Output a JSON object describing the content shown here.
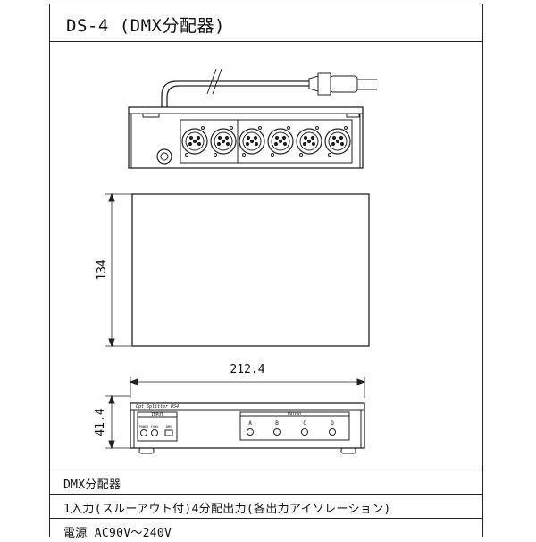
{
  "header": {
    "title": "DS-4 (DMX分配器)"
  },
  "dimensions": {
    "depth": "134",
    "width": "212.4",
    "height": "41.4"
  },
  "front_panel": {
    "brand_label": "Opt Splitter DS4",
    "input_label": "INPUT",
    "power_label": "POWER",
    "thru_label": "THRU",
    "dmx_label": "DMX",
    "output_label": "OUTPUT",
    "outputs": [
      "A",
      "B",
      "C",
      "D"
    ]
  },
  "specs": [
    "DMX分配器",
    "1入力(スルーアウト付)4分配出力(各出力アイソレーション)",
    "電源  AC90V～240V"
  ]
}
